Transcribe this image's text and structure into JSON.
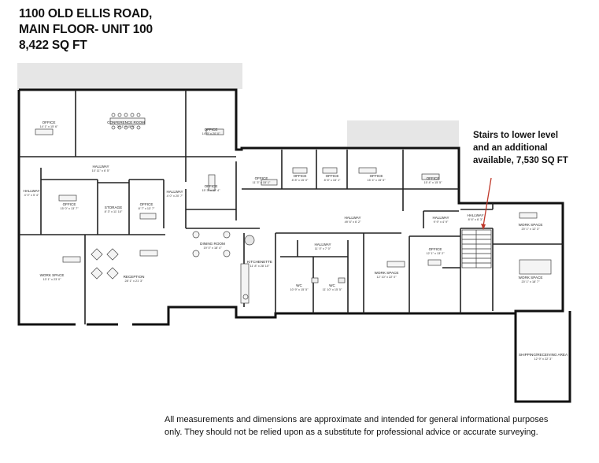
{
  "title": {
    "line1": "1100 OLD ELLIS ROAD,",
    "line2": "MAIN FLOOR- UNIT 100",
    "line3": "8,422 SQ FT"
  },
  "callout": {
    "line1": "Stairs to lower level",
    "line2": "and an additional",
    "line3": "available, 7,530 SQ FT"
  },
  "disclaimer": {
    "line1": "All measurements and dimensions are approximate and intended for general informational purposes",
    "line2": "only. They should not be relied upon as a substitute for professional advice or accurate surveying."
  },
  "rooms": {
    "office_nw": {
      "name": "OFFICE",
      "dims": "14' 1\" x 15' 6\""
    },
    "conference": {
      "name": "CONFERENCE ROOM",
      "dims": "24' 1\" x 15' 6\""
    },
    "office_ne1": {
      "name": "OFFICE",
      "dims": "14' 9\" x 20' 0\""
    },
    "hallway_top": {
      "name": "HALLWAY",
      "dims": "10' 11\" x 6' 5\""
    },
    "hallway_west": {
      "name": "HALLWAY",
      "dims": "4' 0\" x 5' 4\""
    },
    "office_w2": {
      "name": "OFFICE",
      "dims": "15' 0\" x 13' 7\""
    },
    "storage": {
      "name": "STORAGE",
      "dims": "8' 3\" x 11' 10\""
    },
    "office_w3": {
      "name": "OFFICE",
      "dims": "8' 7\" x 13' 7\""
    },
    "hallway_mid": {
      "name": "HALLWAY",
      "dims": "4' 0\" x 20' 7\""
    },
    "office_c1": {
      "name": "OFFICE",
      "dims": "15' 3\" x 12' 4\""
    },
    "office_r1": {
      "name": "OFFICE",
      "dims": "11' 3\" x 15' 1\""
    },
    "office_r2": {
      "name": "OFFICE",
      "dims": "8' 8\" x 15' 0\""
    },
    "office_r3": {
      "name": "OFFICE",
      "dims": "8' 8\" x 15' 1\""
    },
    "office_r4": {
      "name": "OFFICE",
      "dims": "15' 4\" x 15' 5\""
    },
    "office_r5": {
      "name": "OFFICE",
      "dims": "15' 4\" x 15' 5\""
    },
    "hallway_long": {
      "name": "HALLWAY",
      "dims": "49' 6\" x 6' 2\""
    },
    "dining": {
      "name": "DINING ROOM",
      "dims": "19' 0\" x 18' 4\""
    },
    "hallway_small": {
      "name": "HALLWAY",
      "dims": "11' 0\" x 7' 0\""
    },
    "work_west": {
      "name": "WORK SPACE",
      "dims": "13' 1\" x 23' 0\""
    },
    "reception": {
      "name": "RECEPTION",
      "dims": "28' 1\" x 21' 3\""
    },
    "kitchenette": {
      "name": "KITCHENETTE",
      "dims": "11' 8\" x 28' 10\""
    },
    "wc1": {
      "name": "WC",
      "dims": "10' 9\" x 15' 5\""
    },
    "wc2": {
      "name": "WC",
      "dims": "11' 10\" x 15' 5\""
    },
    "work_c": {
      "name": "WORK SPACE",
      "dims": "12' 10\" x 22' 0\""
    },
    "hallway_e": {
      "name": "HALLWAY",
      "dims": "9' 9\" x 4' 9\""
    },
    "office_e": {
      "name": "OFFICE",
      "dims": "12' 1\" x 13' 2\""
    },
    "hallway_stair": {
      "name": "HALLWAY",
      "dims": "8' 6\" x 6' 3\""
    },
    "work_e1": {
      "name": "WORK SPACE",
      "dims": "20' 1\" x 12' 3\""
    },
    "work_e2": {
      "name": "WORK SPACE",
      "dims": "20' 1\" x 18' 7\""
    },
    "shipping": {
      "name": "SHIPPING/RECEIVING AREA",
      "dims": "12' 9\" x 22' 3\""
    }
  }
}
